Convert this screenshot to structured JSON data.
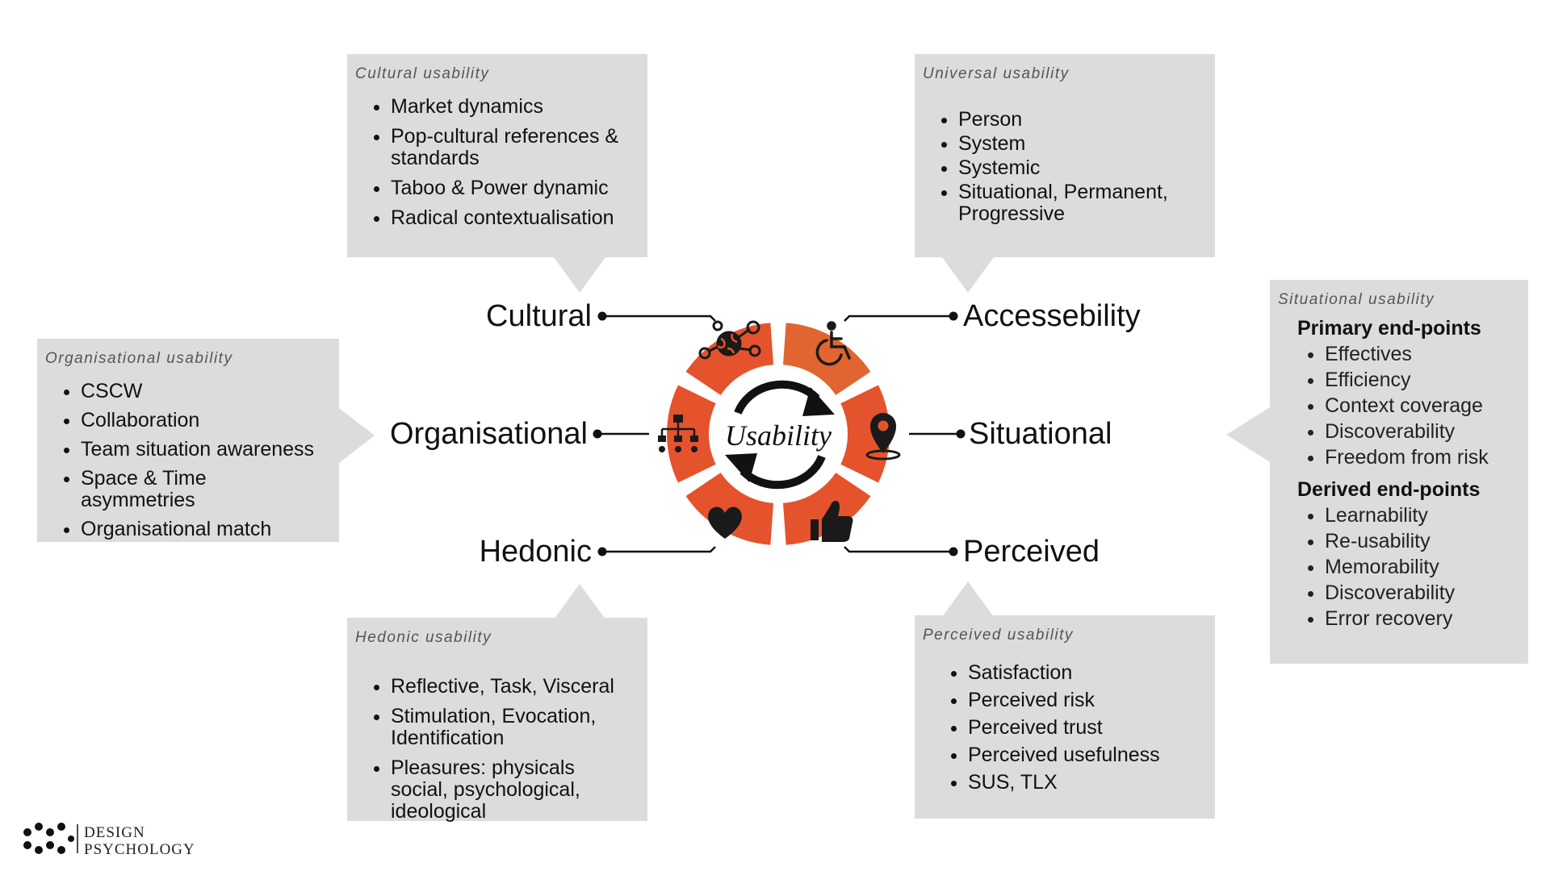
{
  "center_label": "Usability",
  "colors": {
    "segment": "#e5532c",
    "segment_alt": "#e06530",
    "box": "#dcdcdc",
    "icon": "#1a1a1a"
  },
  "categories": {
    "cultural": "Cultural",
    "accessibility": "Accessebility",
    "organisational": "Organisational",
    "situational": "Situational",
    "hedonic": "Hedonic",
    "perceived": "Perceived"
  },
  "icons": [
    "globe-network-icon",
    "wheelchair-icon",
    "location-pin-icon",
    "thumbs-up-icon",
    "heart-icon",
    "org-chart-icon",
    "refresh-cycle-icon"
  ],
  "boxes": {
    "cultural": {
      "title": "Cultural usability",
      "items": [
        "Market dynamics",
        "Pop-cultural references & standards",
        "Taboo & Power dynamic",
        "Radical contextualisation"
      ]
    },
    "universal": {
      "title": "Universal usability",
      "items": [
        "Person",
        "System",
        "Systemic",
        "Situational, Permanent, Progressive"
      ]
    },
    "organisational": {
      "title": "Organisational usability",
      "items": [
        "CSCW",
        "Collaboration",
        "Team situation awareness",
        "Space & Time asymmetries",
        "Organisational match"
      ]
    },
    "situational": {
      "title": "Situational usability",
      "primary_title": "Primary end-points",
      "primary": [
        "Effectives",
        "Efficiency",
        "Context coverage",
        "Discoverability",
        "Freedom from risk"
      ],
      "derived_title": "Derived end-points",
      "derived": [
        "Learnability",
        "Re-usability",
        "Memorability",
        "Discoverability",
        "Error recovery"
      ]
    },
    "hedonic": {
      "title": "Hedonic usability",
      "items": [
        "Reflective, Task, Visceral",
        "Stimulation, Evocation, Identification",
        "Pleasures: physicals social, psychological, ideological"
      ]
    },
    "perceived": {
      "title": "Perceived usability",
      "items": [
        "Satisfaction",
        "Perceived risk",
        "Perceived trust",
        "Perceived usefulness",
        "SUS, TLX"
      ]
    }
  },
  "logo": {
    "line1": "DESIGN",
    "line2": "PSYCHOLOGY"
  }
}
